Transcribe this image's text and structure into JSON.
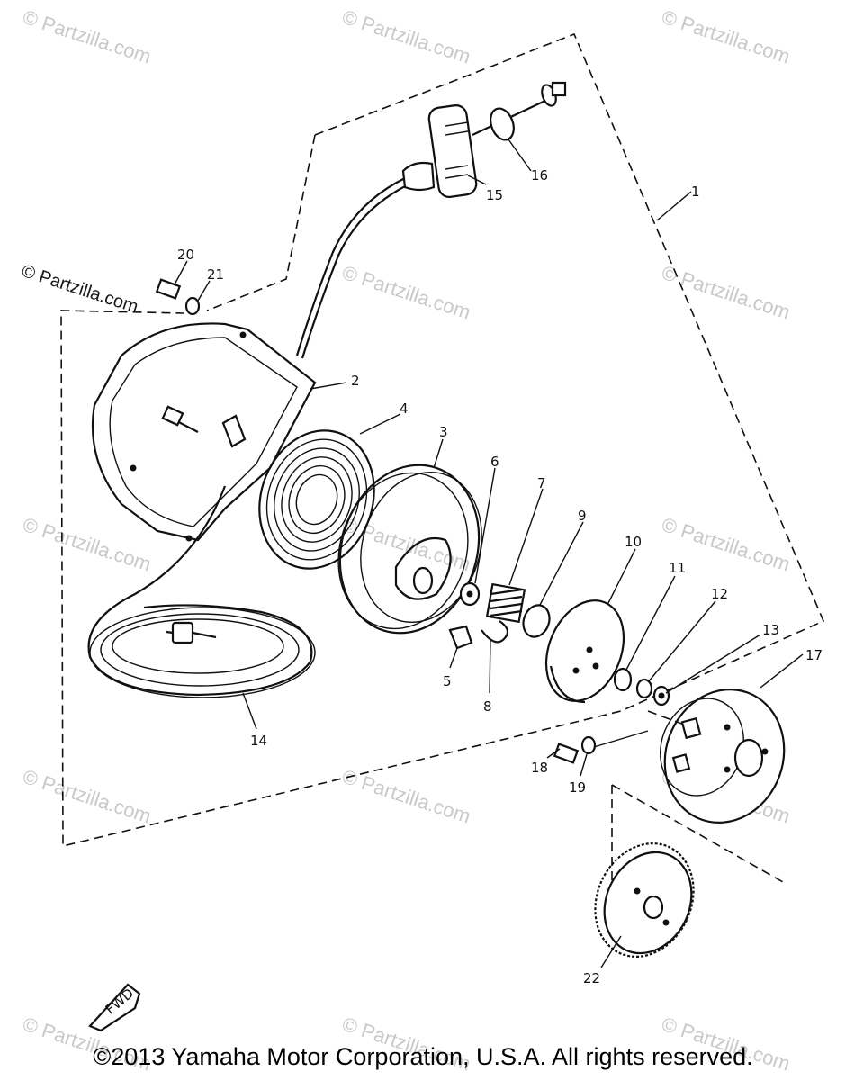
{
  "watermark": "© Partzilla.com",
  "copyright": "©2013 Yamaha Motor Corporation, U.S.A. All rights reserved.",
  "fwd_mark": "FWD",
  "part_labels": [
    "1",
    "2",
    "3",
    "4",
    "5",
    "6",
    "7",
    "8",
    "9",
    "10",
    "11",
    "12",
    "13",
    "14",
    "15",
    "16",
    "17",
    "18",
    "19",
    "20",
    "21",
    "22"
  ]
}
